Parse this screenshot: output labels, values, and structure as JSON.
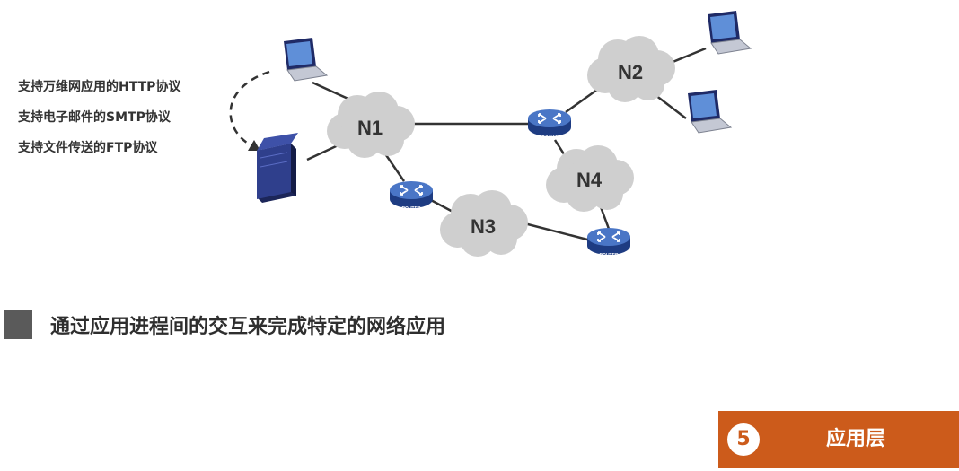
{
  "protocols": [
    "支持万维网应用的HTTP协议",
    "支持电子邮件的SMTP协议",
    "支持文件传送的FTP协议"
  ],
  "networks": {
    "n1": "N1",
    "n2": "N2",
    "n3": "N3",
    "n4": "N4"
  },
  "router_label": "ROUTER",
  "feature_text": "通过应用进程间的交互来完成特定的网络应用",
  "layer": {
    "number": "5",
    "title": "应用层"
  },
  "colors": {
    "badge": "#cc5b1b",
    "cloud": "#cfcfcf",
    "router": "#2f54a4",
    "server": "#2b3a7a"
  }
}
